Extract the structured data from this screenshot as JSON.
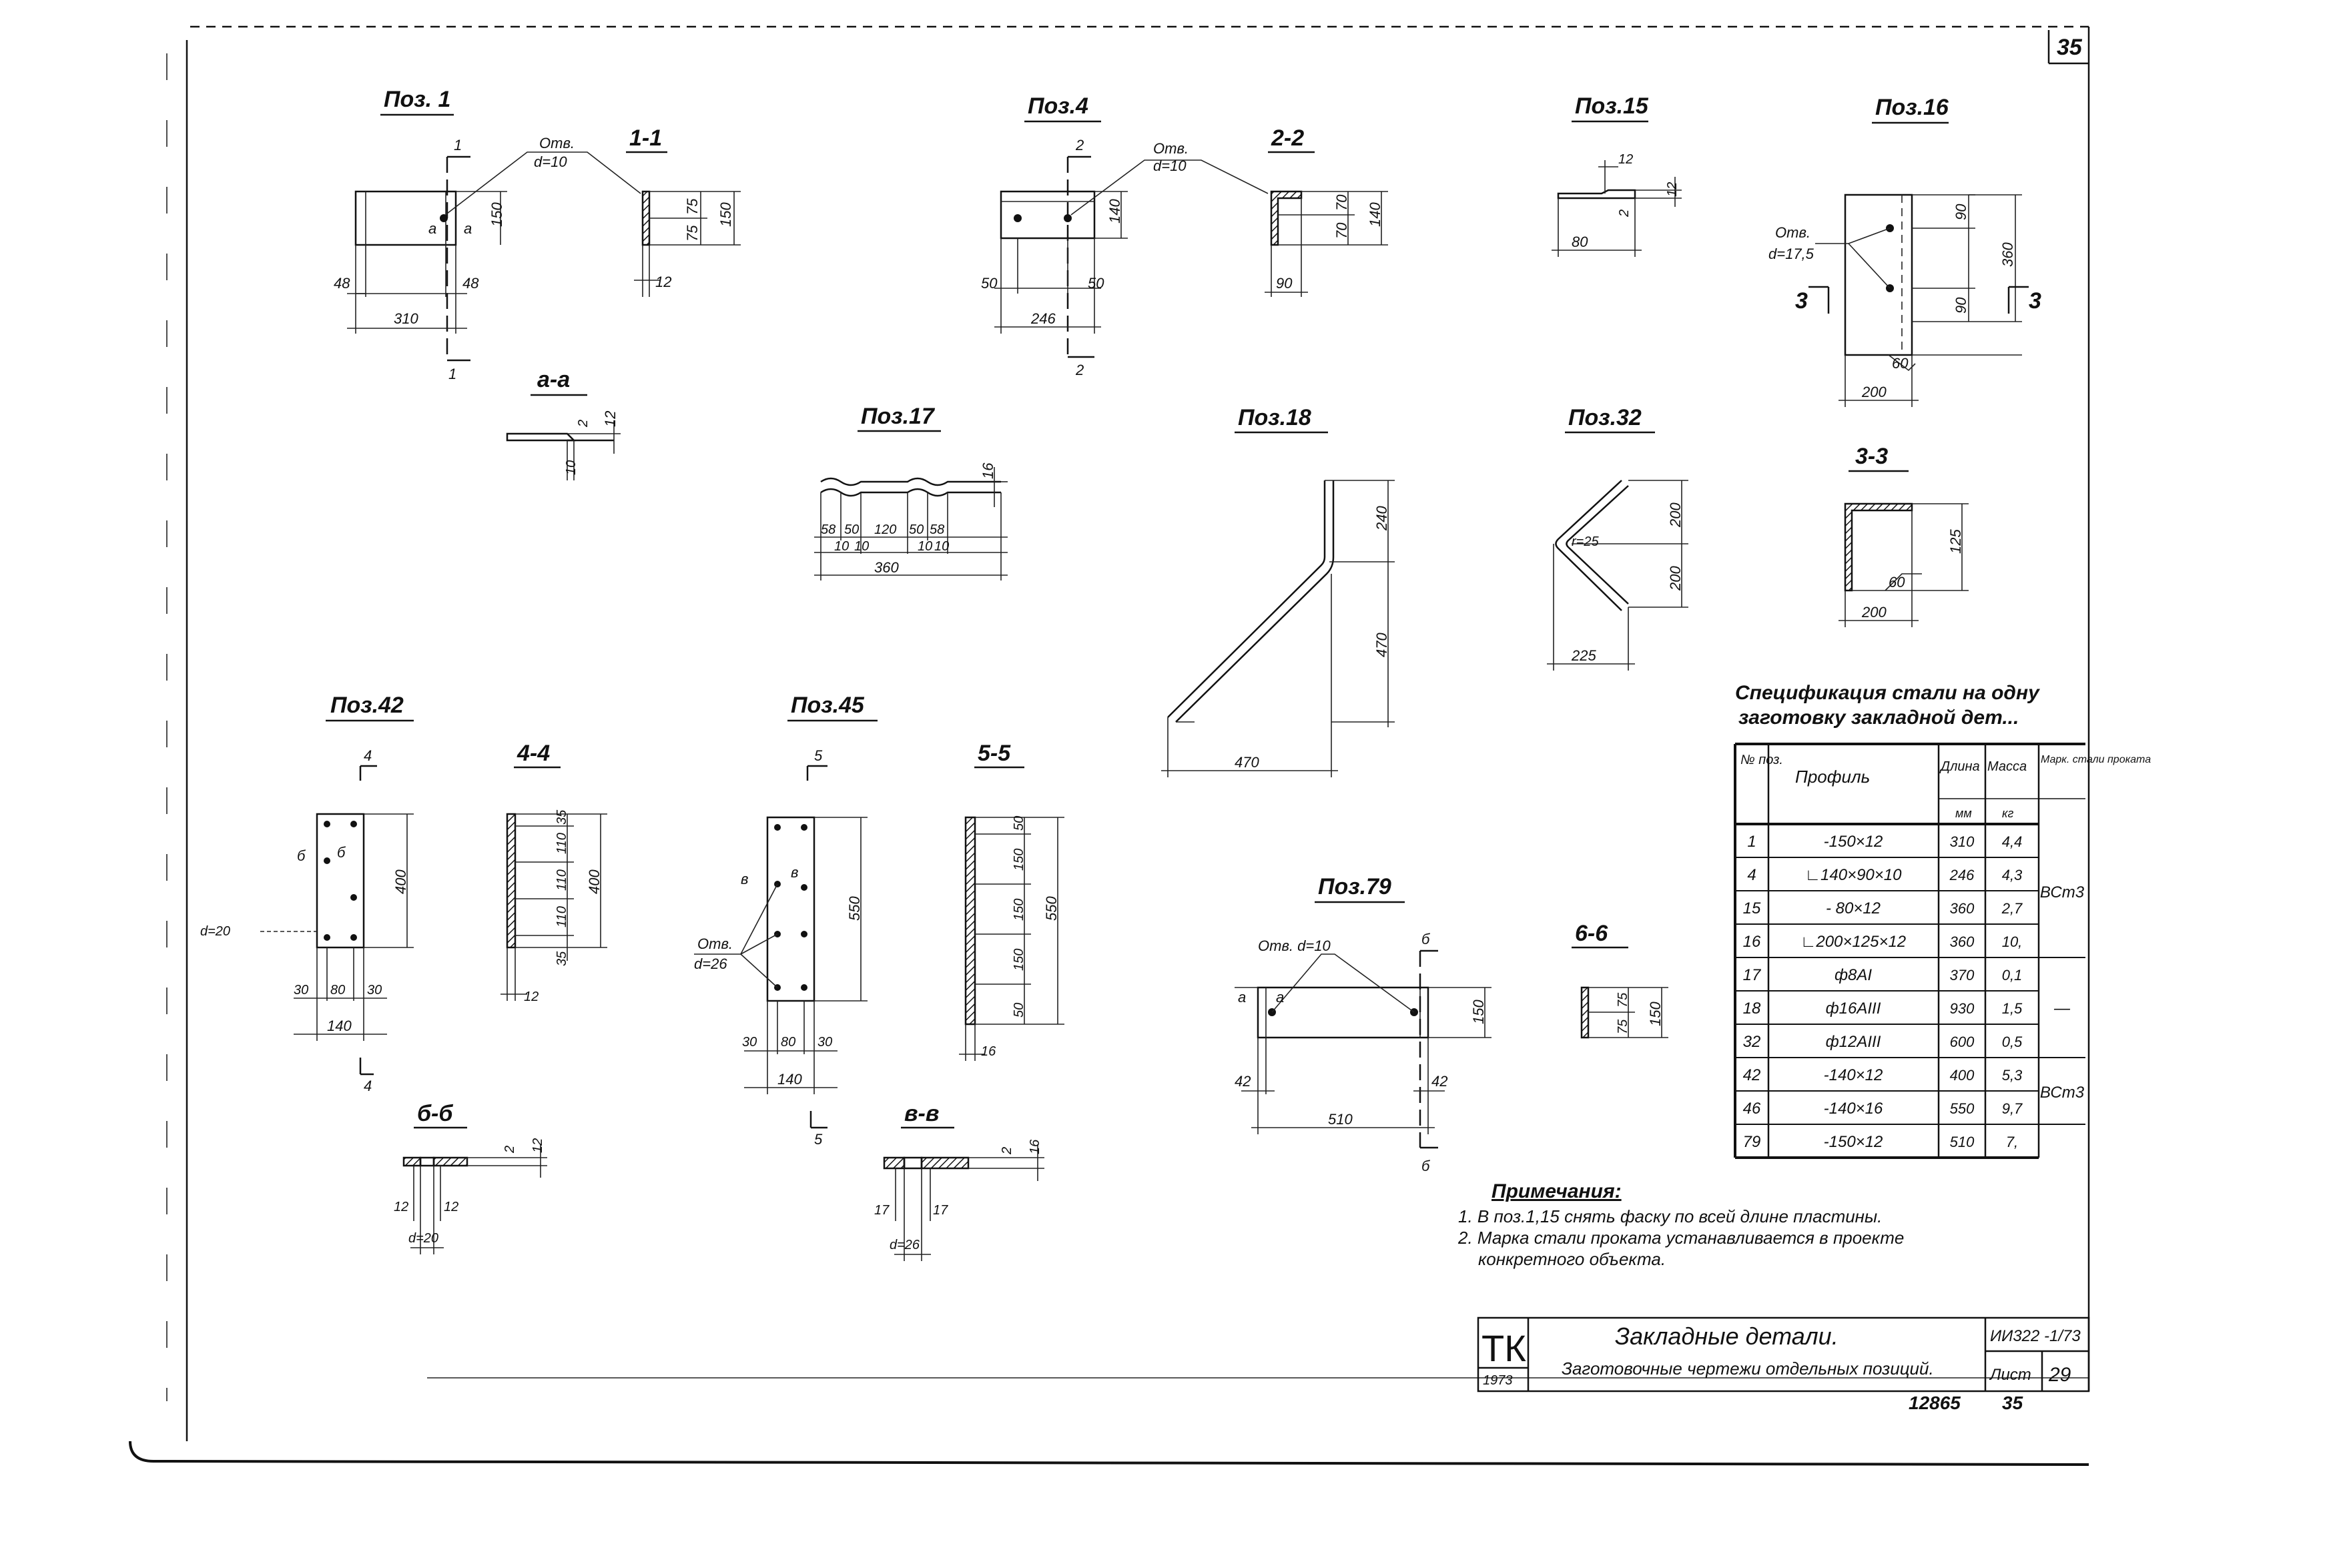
{
  "sheet_number": "35",
  "positions": {
    "p1": {
      "title": "Поз. 1",
      "section": "1-1",
      "section_mark": "1",
      "hole_note": "Отв.",
      "hole_d": "d=10",
      "hole_mark": "а",
      "dims": [
        "310",
        "48",
        "48",
        "150",
        "75",
        "75",
        "150",
        "12"
      ]
    },
    "p4": {
      "title": "Поз.4",
      "section": "2-2",
      "section_mark": "2",
      "hole_note": "Отв.",
      "hole_d": "d=10",
      "dims": [
        "246",
        "50",
        "50",
        "140",
        "70",
        "70",
        "140",
        "90"
      ]
    },
    "p15": {
      "title": "Поз.15",
      "dims": [
        "12",
        "12",
        "80",
        "2"
      ]
    },
    "p16": {
      "title": "Поз.16",
      "hole_note": "Отв.",
      "hole_d": "d=17,5",
      "section_mark": "3",
      "dims": [
        "90",
        "360",
        "90",
        "60",
        "200"
      ]
    },
    "aa": {
      "title": "а-а",
      "dims": [
        "12",
        "2",
        "10"
      ]
    },
    "p17": {
      "title": "Поз.17",
      "dims": [
        "16",
        "58",
        "50",
        "120",
        "50",
        "58",
        "10",
        "10",
        "10",
        "10",
        "360"
      ]
    },
    "p18": {
      "title": "Поз.18",
      "dims": [
        "240",
        "470",
        "470"
      ]
    },
    "p32": {
      "title": "Поз.32",
      "dims": [
        "200",
        "200",
        "225",
        "r=25"
      ]
    },
    "s33": {
      "title": "3-3",
      "dims": [
        "125",
        "60",
        "200"
      ]
    },
    "p42": {
      "title": "Поз.42",
      "section": "4-4",
      "section_mark": "4",
      "hole_mark": "б",
      "hole_d": "d=20",
      "dims": [
        "400",
        "30",
        "80",
        "30",
        "140",
        "35",
        "110",
        "110",
        "110",
        "35",
        "400",
        "12"
      ]
    },
    "p45": {
      "title": "Поз.45",
      "section": "5-5",
      "section_mark": "5",
      "hole_mark": "в",
      "hole_note": "Отв.",
      "hole_d": "d=26",
      "dims": [
        "550",
        "30",
        "80",
        "30",
        "140",
        "50",
        "150",
        "150",
        "150",
        "50",
        "550",
        "16"
      ]
    },
    "p79": {
      "title": "Поз.79",
      "section_mark": "б",
      "hole_note": "Отв. d=10",
      "hole_mark": "а",
      "dims": [
        "150",
        "42",
        "42",
        "510"
      ]
    },
    "s66": {
      "title": "6-6",
      "dims": [
        "75",
        "75",
        "150"
      ]
    },
    "sbb": {
      "title": "б-б",
      "dims": [
        "12",
        "2",
        "12",
        "12",
        "d=20"
      ]
    },
    "svv": {
      "title": "в-в",
      "dims": [
        "16",
        "2",
        "17",
        "17",
        "d=26"
      ]
    }
  },
  "spec": {
    "title_line1": "Спецификация стали на одну",
    "title_line2": "заготовку закладной дет...",
    "headers": [
      "№ поз.",
      "Профиль",
      "Длина",
      "Масса",
      "Марк. стали проката"
    ],
    "units": [
      "мм",
      "кг"
    ],
    "rows": [
      {
        "pos": "1",
        "profile": "-150×12",
        "length": "310",
        "mass": "4,4"
      },
      {
        "pos": "4",
        "profile": "∟140×90×10",
        "length": "246",
        "mass": "4,3"
      },
      {
        "pos": "15",
        "profile": "- 80×12",
        "length": "360",
        "mass": "2,7"
      },
      {
        "pos": "16",
        "profile": "∟200×125×12",
        "length": "360",
        "mass": "10,"
      },
      {
        "pos": "17",
        "profile": "ф8АI",
        "length": "370",
        "mass": "0,1"
      },
      {
        "pos": "18",
        "profile": "ф16АIII",
        "length": "930",
        "mass": "1,5"
      },
      {
        "pos": "32",
        "profile": "ф12АIII",
        "length": "600",
        "mass": "0,5"
      },
      {
        "pos": "42",
        "profile": "-140×12",
        "length": "400",
        "mass": "5,3"
      },
      {
        "pos": "46",
        "profile": "-140×16",
        "length": "550",
        "mass": "9,7"
      },
      {
        "pos": "79",
        "profile": "-150×12",
        "length": "510",
        "mass": "7,"
      }
    ],
    "steel_a": "ВСт3",
    "steel_dash": "—",
    "steel_b": "ВСт3"
  },
  "notes": {
    "title": "Примечания:",
    "lines": [
      "1. В поз.1,15 снять фаску по всей длине пластины.",
      "2. Марка стали проката устанавливается в проекте",
      "конкретного объекта."
    ]
  },
  "stamp": {
    "tk": "ТК",
    "year": "1973",
    "title": "Закладные детали.",
    "subtitle": "Заготовочные чертежи отдельных позиций.",
    "series": "ИИ322 -1/73",
    "sheet_label": "Лист",
    "sheet_value": "29"
  },
  "footer": {
    "code": "12865",
    "page": "35"
  }
}
